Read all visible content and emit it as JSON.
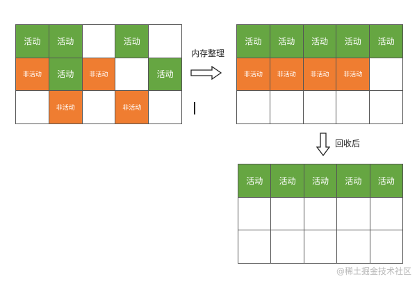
{
  "legend": {
    "active_label": "活动",
    "inactive_label": "非活动"
  },
  "colors": {
    "active": "#66a642",
    "inactive": "#ef7d31",
    "empty": "#ffffff",
    "border": "#555555"
  },
  "before_compaction": {
    "rows": [
      [
        "active",
        "active",
        "empty",
        "active",
        "empty"
      ],
      [
        "inactive",
        "active",
        "inactive",
        "empty",
        "active"
      ],
      [
        "empty",
        "inactive",
        "empty",
        "inactive",
        "empty"
      ]
    ]
  },
  "after_compaction": {
    "rows": [
      [
        "active",
        "active",
        "active",
        "active",
        "active"
      ],
      [
        "inactive",
        "inactive",
        "inactive",
        "inactive",
        "empty"
      ],
      [
        "empty",
        "empty",
        "empty",
        "empty",
        "empty"
      ]
    ]
  },
  "after_collection": {
    "rows": [
      [
        "active",
        "active",
        "active",
        "active",
        "active"
      ],
      [
        "empty",
        "empty",
        "empty",
        "empty",
        "empty"
      ],
      [
        "empty",
        "empty",
        "empty",
        "empty",
        "empty"
      ]
    ]
  },
  "steps": {
    "compact_label": "内存整理",
    "collect_label": "回收后"
  },
  "watermark": "@稀土掘金技术社区"
}
